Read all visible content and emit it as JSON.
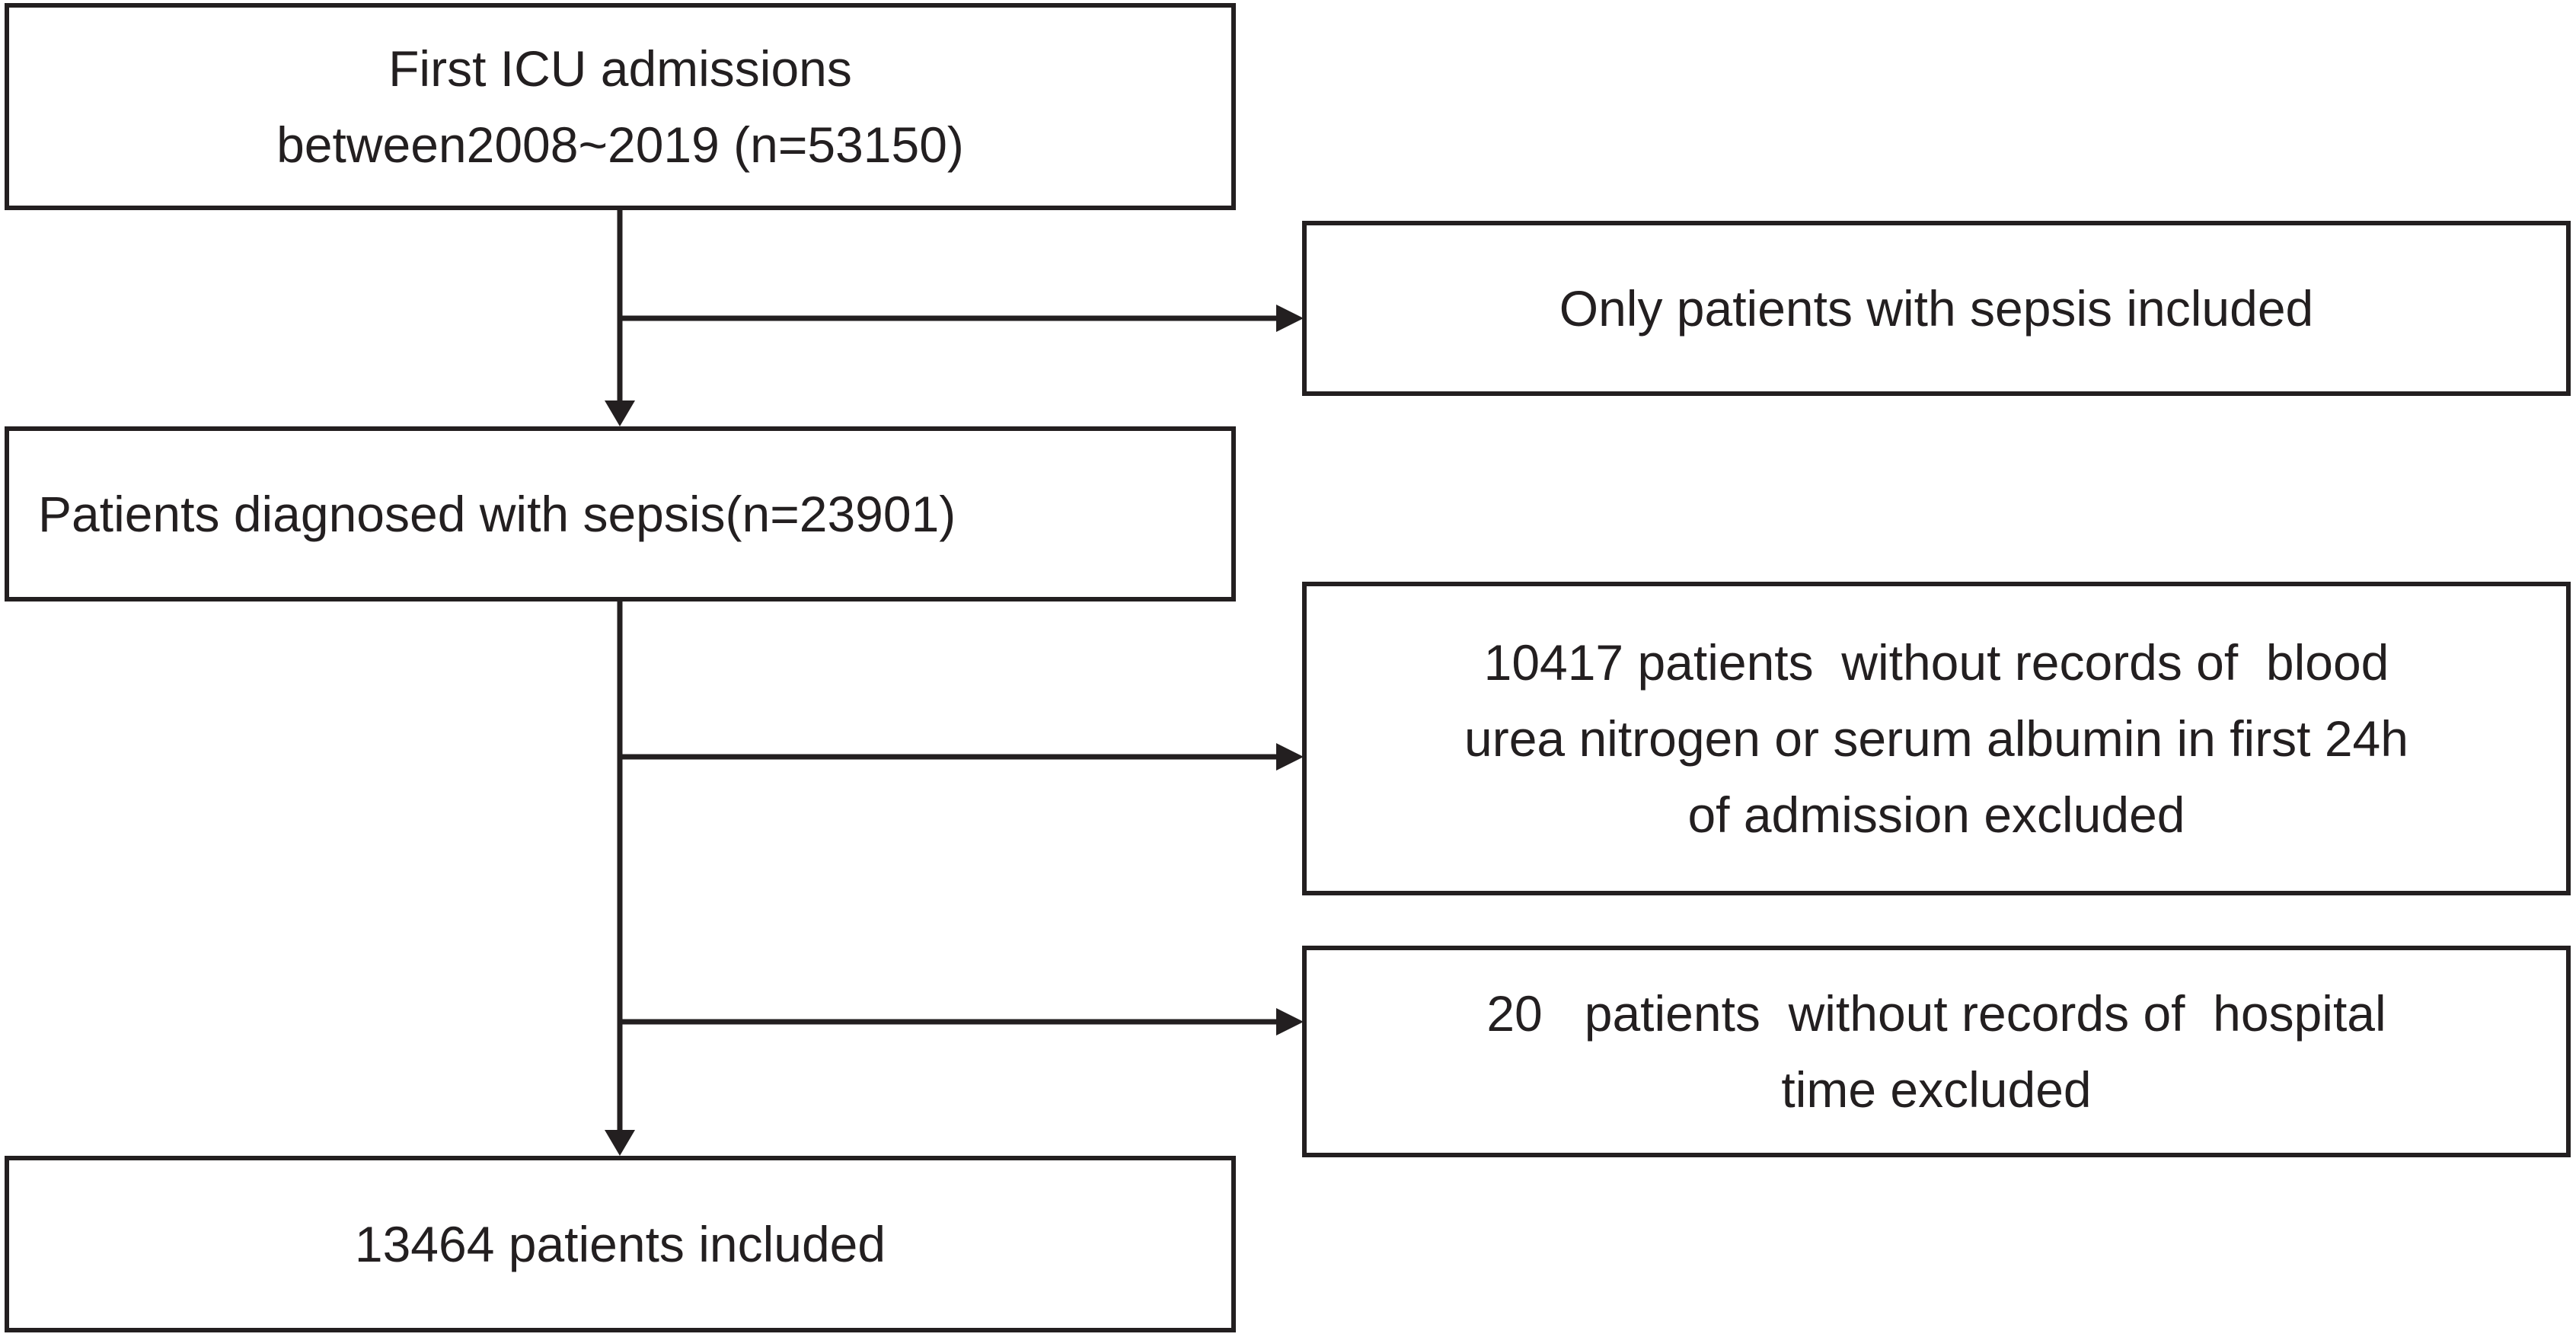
{
  "boxes": {
    "admissions": [
      "First ICU admissions",
      "between2008~2019 (n=53150)"
    ],
    "sepsis_only": [
      "Only patients with sepsis included"
    ],
    "diagnosed": [
      "Patients diagnosed with sepsis(n=23901)"
    ],
    "excluded_bun_albumin": [
      "10417 patients  without records of  blood",
      "urea nitrogen or serum albumin in first 24h",
      "of admission excluded"
    ],
    "excluded_hospital_time": [
      "20   patients  without records of  hospital",
      "time excluded"
    ],
    "included": [
      "13464 patients included"
    ]
  },
  "colors": {
    "line": "#231f20",
    "text": "#231f20",
    "background": "#ffffff"
  }
}
